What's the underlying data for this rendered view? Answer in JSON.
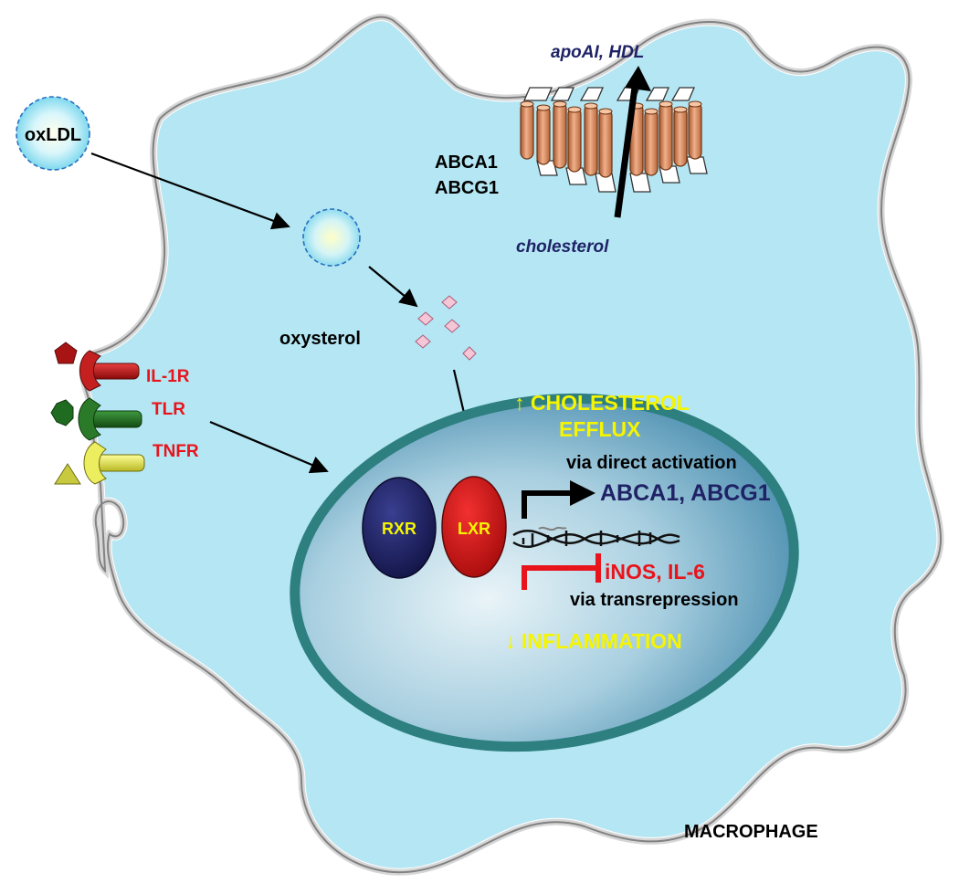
{
  "labels": {
    "oxldl": "oxLDL",
    "oxysterol": "oxysterol",
    "abca1": "ABCA1",
    "abcg1": "ABCG1",
    "apoai_hdl": "apoAI, HDL",
    "cholesterol": "cholesterol",
    "il1r": "IL-1R",
    "tlr": "TLR",
    "tnfr": "TNFR",
    "efflux_line1": "↑ CHOLESTEROL",
    "efflux_line2": "EFFLUX",
    "direct_activation": "via direct activation",
    "target_genes_up": "ABCA1, ABCG1",
    "rxr": "RXR",
    "lxr": "LXR",
    "target_genes_down": "iNOS, IL-6",
    "transrepression": "via transrepression",
    "inflammation": "↓ INFLAMMATION",
    "macrophage": "MACROPHAGE"
  },
  "colors": {
    "cytoplasm": "#b4e6f3",
    "membrane": "#8a8a8a",
    "nucleus_envelope": "#2e7f80",
    "rxr": "#1c1f5e",
    "lxr": "#d81a1a",
    "transporter": "#d4865a",
    "il1r": "#c41a1a",
    "tlr": "#1f6b1f",
    "tnfr": "#e8e84a",
    "navy_text": "#1f2366",
    "red_text": "#e8141c",
    "yellow_text": "#f5f500"
  }
}
